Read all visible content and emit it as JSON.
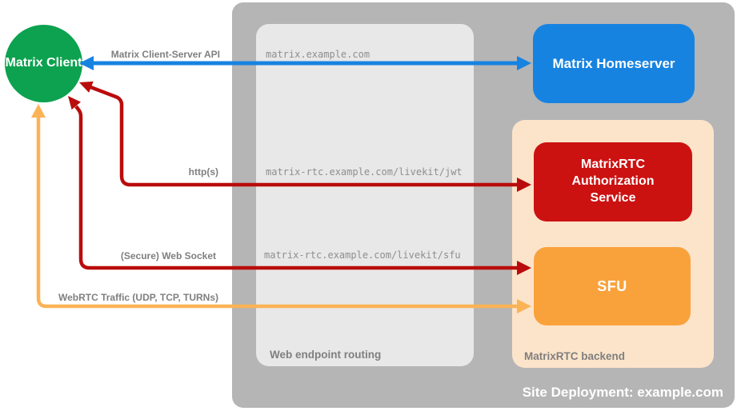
{
  "nodes": {
    "client": {
      "label": "Matrix Client",
      "color": "#0ca24f"
    },
    "homeserver": {
      "label": "Matrix Homeserver",
      "color": "#1783e1"
    },
    "auth_service": {
      "label": "MatrixRTC Authorization Service",
      "color": "#cc1111"
    },
    "sfu": {
      "label": "SFU",
      "color": "#f9a23c"
    }
  },
  "containers": {
    "deployment": {
      "label": "Site Deployment: example.com",
      "color": "#b5b5b5"
    },
    "routing": {
      "label": "Web endpoint routing",
      "color": "#e8e8e8"
    },
    "backend": {
      "label": "MatrixRTC backend",
      "color": "#fce4ca"
    }
  },
  "endpoints": [
    "matrix.example.com",
    "matrix-rtc.example.com/livekit/jwt",
    "matrix-rtc.example.com/livekit/sfu"
  ],
  "connections": [
    {
      "label": "Matrix Client-Server API",
      "color": "#1783e1",
      "from": "Matrix Client",
      "to": "Matrix Homeserver"
    },
    {
      "label": "http(s)",
      "color": "#ba0c0c",
      "from": "Matrix Client",
      "to": "MatrixRTC Authorization Service"
    },
    {
      "label": "(Secure) Web Socket",
      "color": "#ba0c0c",
      "from": "Matrix Client",
      "to": "SFU"
    },
    {
      "label": "WebRTC Traffic (UDP, TCP, TURNs)",
      "color": "#fbb357",
      "from": "Matrix Client",
      "to": "SFU"
    }
  ]
}
